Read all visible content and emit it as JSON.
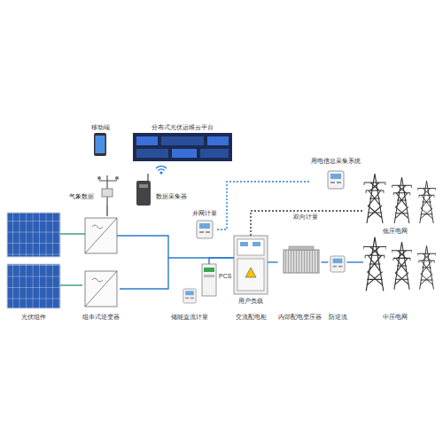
{
  "diagram": {
    "nodes": [
      {
        "text": [
          "移动端"
        ]
      },
      {
        "text": [
          "分布式光伏运维云平台"
        ]
      },
      {
        "text": [
          "气象数据"
        ]
      },
      {
        "text": [
          "数据采集器"
        ]
      },
      {
        "text": [
          "用电信息采集系统"
        ]
      },
      {
        "text": [
          "并网计量"
        ]
      },
      {
        "text": [
          "低压电网"
        ]
      },
      {
        "text": [
          "光伏组件"
        ]
      },
      {
        "text": [
          "组串式逆变器"
        ]
      },
      {
        "text": [
          "PCS"
        ]
      },
      {
        "text": [
          "储能直流计量"
        ]
      },
      {
        "text": [
          "交流配电柜"
        ]
      },
      {
        "text": [
          "内部配电变压器"
        ]
      },
      {
        "text": [
          "防逆流"
        ]
      },
      {
        "text": [
          "中压电网"
        ]
      }
    ],
    "edges": [
      {
        "from": 7,
        "to": 8,
        "arrow": "none"
      },
      {
        "from": 8,
        "to": 11,
        "arrow": "none"
      },
      {
        "from": 9,
        "to": 11,
        "arrow": "none"
      },
      {
        "from": 11,
        "to": 12,
        "arrow": "none"
      },
      {
        "from": 12,
        "to": 13,
        "arrow": "none"
      },
      {
        "from": 13,
        "to": 14,
        "arrow": "none"
      },
      {
        "from": 11,
        "to": 6,
        "arrow": "none",
        "label": "双向计量"
      },
      {
        "from": 5,
        "to": 4,
        "arrow": "none"
      },
      {
        "from": 2,
        "to": 8,
        "arrow": "none"
      }
    ],
    "labels": [
      "用户负载"
    ]
  }
}
